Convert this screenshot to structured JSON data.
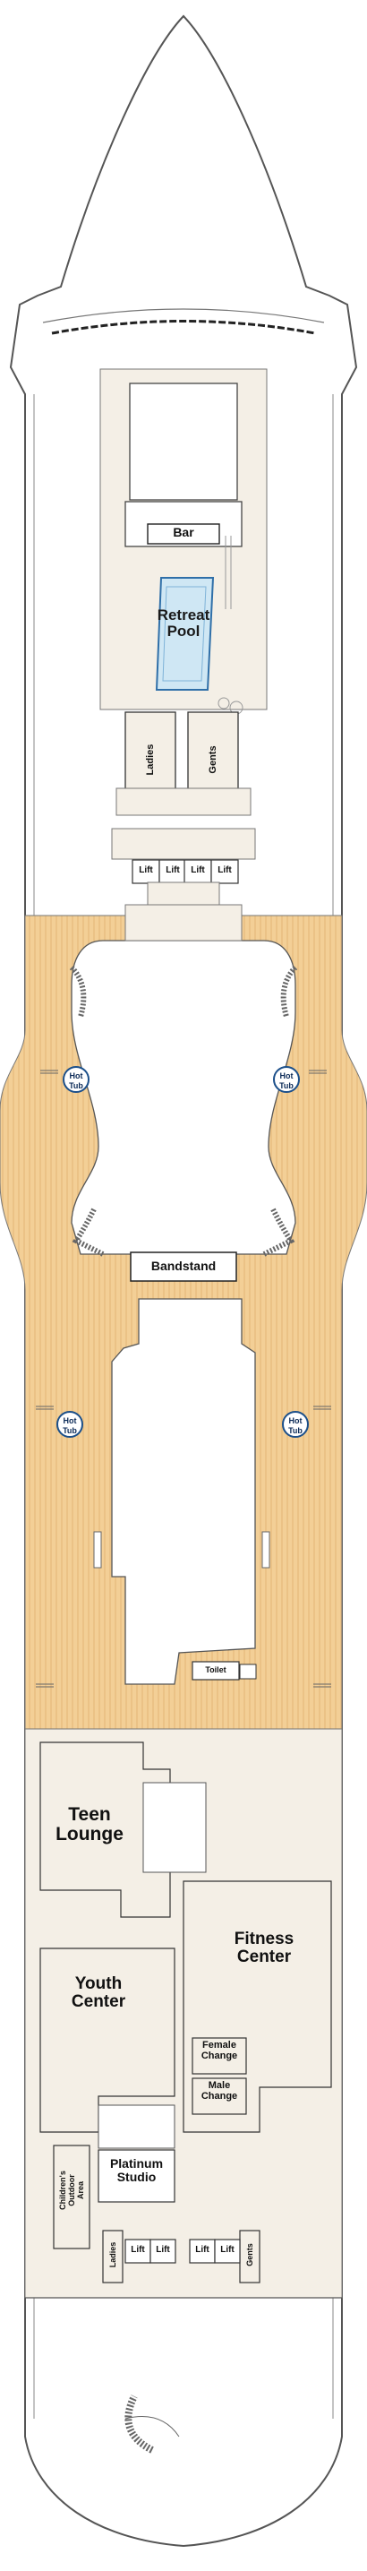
{
  "map": {
    "colors": {
      "outline": "#4a4a4a",
      "deck_wood": "#f3cf96",
      "wood_line": "#d9a865",
      "interior": "#f4efe6",
      "open_white": "#ffffff",
      "pool_water": "#cfe7f4",
      "pool_edge": "#2f6fa8",
      "hot_tub_ring": "#1b4f8a"
    },
    "labels": {
      "bar": "Bar",
      "retreat_pool": "Retreat\nPool",
      "ladies_top": "Ladies",
      "gents_top": "Gents",
      "lift_top_1": "Lift",
      "lift_top_2": "Lift",
      "lift_top_3": "Lift",
      "lift_top_4": "Lift",
      "hot_tub_1": "Hot\nTub",
      "hot_tub_2": "Hot\nTub",
      "hot_tub_3": "Hot\nTub",
      "hot_tub_4": "Hot\nTub",
      "bandstand": "Bandstand",
      "toilet": "Toilet",
      "teen_lounge": "Teen\nLounge",
      "fitness_center": "Fitness\nCenter",
      "youth_center": "Youth\nCenter",
      "female_change": "Female\nChange",
      "male_change": "Male\nChange",
      "childrens_outdoor_area": "Children's\nOutdoor\nArea",
      "platinum_studio": "Platinum\nStudio",
      "ladies_bottom": "Ladies",
      "gents_bottom": "Gents",
      "lift_bottom_1": "Lift",
      "lift_bottom_2": "Lift",
      "lift_bottom_3": "Lift",
      "lift_bottom_4": "Lift"
    }
  }
}
